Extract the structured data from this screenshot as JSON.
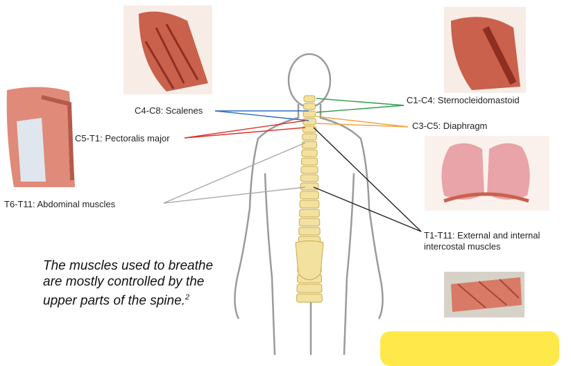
{
  "labels": {
    "scalenes": "C4-C8: Scalenes",
    "pectoralis": "C5-T1: Pectoralis major",
    "abdominal": "T6-T11: Abdominal muscles",
    "sternocleidomastoid": "C1-C4: Sternocleidomastoid",
    "diaphragm": "C3-C5: Diaphragm",
    "intercostal_line1": "T1-T11: External and internal",
    "intercostal_line2": "intercostal muscles"
  },
  "caption": {
    "text": "The muscles used to breathe are mostly controlled by the upper parts of the spine.",
    "footnote": "2"
  },
  "colors": {
    "sternocleidomastoid": "#2e9e4a",
    "scalenes": "#2f6fc0",
    "pectoralis": "#d9322e",
    "diaphragm": "#f0a03c",
    "abdominal": "#a8a8a8",
    "intercostal": "#222222",
    "callout": "#ffe94a"
  }
}
